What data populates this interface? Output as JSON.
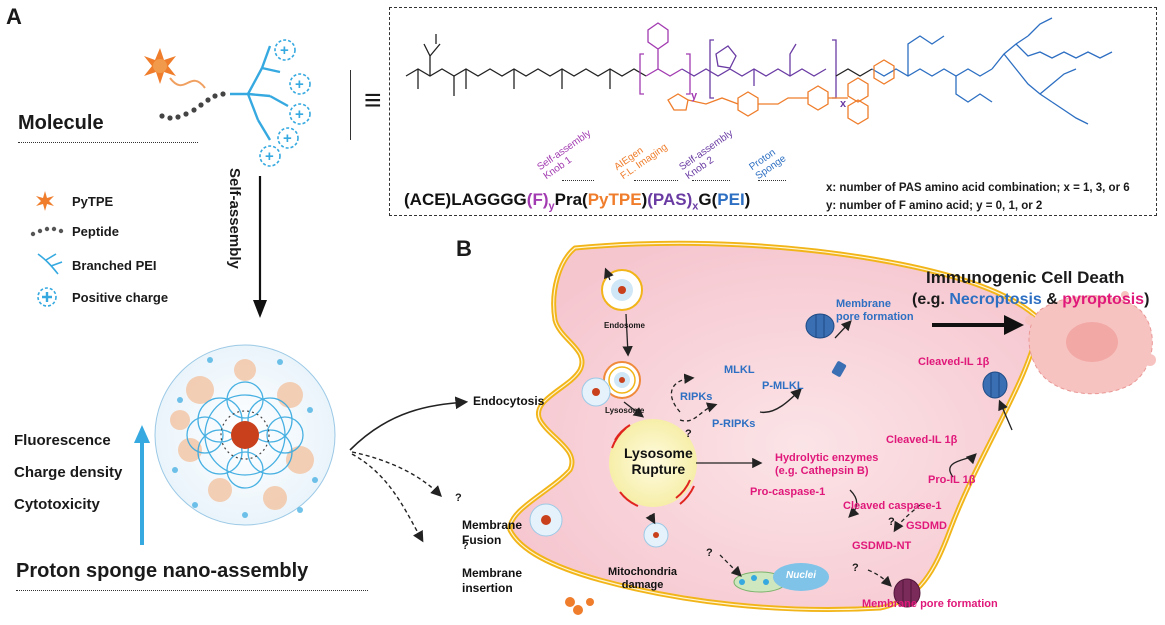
{
  "panel_a": {
    "letter": "A",
    "molecule_label": "Molecule",
    "equiv_symbol": "≡",
    "legend": [
      {
        "label": "PyTPE",
        "icon": "star-icon"
      },
      {
        "label": "Peptide",
        "icon": "dots-icon"
      },
      {
        "label": "Branched PEI",
        "icon": "branch-icon"
      },
      {
        "label": "Positive charge",
        "icon": "plus-circle-icon"
      }
    ],
    "self_assembly": "Self-assembly",
    "properties": [
      "Fluorescence",
      "Charge density",
      "Cytotoxicity"
    ],
    "bottom_title": "Proton sponge nano-assembly"
  },
  "structure_box": {
    "seq_parts": [
      {
        "text": "(ACE)LAGGGG",
        "color": "#111111"
      },
      {
        "text": "(F)",
        "color": "#a23bb1"
      },
      {
        "text": "y",
        "color": "#a23bb1",
        "sub": true
      },
      {
        "text": "Pra(",
        "color": "#111111"
      },
      {
        "text": "PyTPE",
        "color": "#ef7d2b"
      },
      {
        "text": ")",
        "color": "#111111"
      },
      {
        "text": "(PAS)",
        "color": "#6a3ca3"
      },
      {
        "text": "x",
        "color": "#6a3ca3",
        "sub": true
      },
      {
        "text": "G(",
        "color": "#111111"
      },
      {
        "text": "PEI",
        "color": "#2d6fc2"
      },
      {
        "text": ")",
        "color": "#111111"
      }
    ],
    "tags": [
      {
        "text": "Self-assembly\nKnob 1",
        "color": "#a23bb1"
      },
      {
        "text": "AIEgen\nF.L. Imaging",
        "color": "#ef7d2b"
      },
      {
        "text": "Self-assembly\nKnob 2",
        "color": "#6a3ca3"
      },
      {
        "text": "Proton\nSponge",
        "color": "#2d6fc2"
      }
    ],
    "x_note": "x:  number of PAS amino acid combination; x = 1, 3, or 6",
    "y_note": "y:  number of F amino acid; y = 0, 1, or 2",
    "subscripts": {
      "y": "y",
      "x": "x"
    }
  },
  "panel_b": {
    "letter": "B",
    "icd_title": "Immunogenic Cell Death",
    "icd_sub_prefix": "(e.g. ",
    "icd_necro": "Necroptosis",
    "icd_and": " & ",
    "icd_pyro": "pyroptosis",
    "icd_suffix": ")",
    "labels": {
      "endosome": "Endosome",
      "lysosome": "Lysosome",
      "endocytosis": "Endocytosis",
      "membrane_fusion": "Membrane\nFusion",
      "membrane_insertion": "Membrane\ninsertion",
      "lysosome_rupture": "Lysosome\nRupture",
      "mitochondria": "Mitochondria\ndamage",
      "ripks": "RIPKs",
      "p_ripks": "P-RIPKs",
      "mlkl": "MLKL",
      "p_mlkl": "P-MLKL",
      "membrane_pore_top": "Membrane\npore formation",
      "cleaved_il_top": "Cleaved-IL 1β",
      "cleaved_il_mid": "Cleaved-IL 1β",
      "hydrolytic": "Hydrolytic enzymes\n(e.g. Cathepsin B)",
      "pro_il": "Pro-IL 1β",
      "pro_caspase": "Pro-caspase-1",
      "cleaved_caspase": "Cleaved caspase-1",
      "gsdmd": "GSDMD",
      "gsdmd_nt": "GSDMD-NT",
      "membrane_pore_bottom": "Membrane pore formation",
      "nuclei": "Nuclei",
      "q": "?"
    }
  },
  "colors": {
    "blue": "#2d6fc2",
    "pink": "#e0187a",
    "orange": "#ef7d2b",
    "purple": "#6a3ca3",
    "magenta": "#a23bb1",
    "cyan": "#35a9e0",
    "cell_fill": "#f9dce0",
    "membrane": "#f2b519"
  }
}
